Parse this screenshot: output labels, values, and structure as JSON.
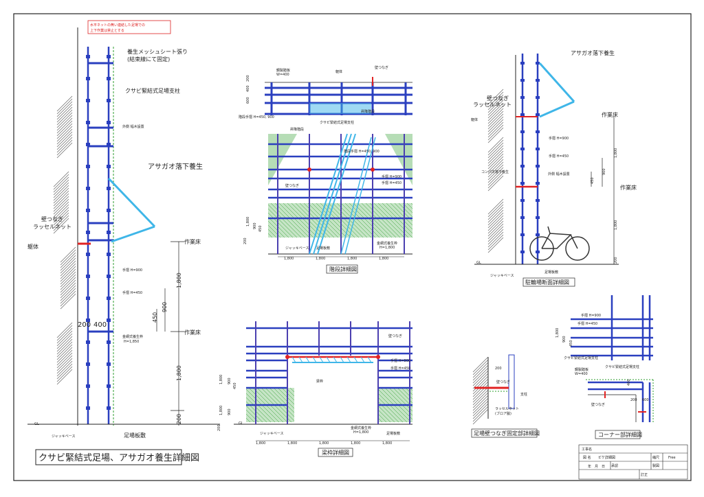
{
  "colors": {
    "scaffold": "#2a3fbf",
    "stair": "#3fb6e8",
    "net": "#2e9e2e",
    "tie": "#e22222"
  },
  "note": {
    "line1": "水平ネットの無い連結した足場での",
    "line2": "上下作業は禁止とする"
  },
  "main": {
    "title": "クサビ緊結式足場、アサガオ養生詳細図",
    "mesh_sheet": "養生メッシュシート張り",
    "mesh_sheet_sub": "(結束線にて固定)",
    "post": "クサビ緊結式足場支柱",
    "toe_board": "外側 幅木設置",
    "asagao": "アサガオ落下養生",
    "wall_tie": "壁つなぎ",
    "russel_net": "ラッセルネット",
    "body": "躯体",
    "rail900": "手摺 H=900",
    "rail450": "手摺 H=450",
    "gap200": "200",
    "width400": "400",
    "net_frame": "金網式養生枠",
    "net_frame_h": "H=1,850",
    "gl": "GL",
    "jack": "ジャッキベース",
    "plank": "足場板敷",
    "dims": {
      "floor1": "作業床",
      "d1800a": "1,800",
      "d900": "900",
      "d450": "450",
      "floor2": "作業床",
      "d1800b": "1,800",
      "d200": "200"
    }
  },
  "stair_plan": {
    "tread": "鋼製踏板",
    "tread_w": "W=400",
    "body": "躯体",
    "wall_tie": "壁つなぎ",
    "rail": "階段手摺 H=450, 900",
    "post": "クサビ緊結式足場支柱",
    "stair": "昇降階段",
    "d200": "200",
    "d400": "400",
    "d600": "600"
  },
  "stair_elev": {
    "title": "階段詳細図",
    "stair": "昇降階段",
    "rail": "階段手摺 H=450, 900",
    "wall_tie": "壁つなぎ",
    "rail900": "手摺 H=900",
    "rail450": "手摺 H=450",
    "jack": "ジャッキベース",
    "plank": "足場板敷",
    "net_frame": "金網式養生枠",
    "net_frame_h": "H=1,800",
    "d1800": "1,800",
    "d900": "900",
    "d450": "450",
    "d200": "200",
    "spans": [
      "1,800",
      "1,800",
      "1,800",
      "1,800"
    ]
  },
  "bicycle": {
    "title": "駐輪場断面詳細図",
    "asagao": "アサガオ落下養生",
    "wall_tie": "壁つなぎ",
    "russel_net": "ラッセルネット",
    "body": "躯体",
    "rail900": "手摺 H=900",
    "rail450": "手摺 H=450",
    "panel": "コンパネ落下養生",
    "toe_board": "外側 幅木設置",
    "floor1": "作業床",
    "floor2": "作業床",
    "d1800a": "1,800",
    "d900": "900",
    "d450": "450",
    "d1800b": "1,800",
    "d200": "200",
    "gl": "GL",
    "jack": "ジャッキベース",
    "plank": "足場板敷"
  },
  "beam": {
    "title": "梁枠詳細図",
    "wall_tie": "壁つなぎ",
    "rail900": "手摺 H=900",
    "rail450": "手摺 H=450",
    "beam": "梁枠",
    "d1800a": "1,800",
    "d900a": "900",
    "d450": "450",
    "d1800b": "1,800",
    "d900b": "900",
    "d200": "200",
    "gl": "GL",
    "jack": "ジャッキベース",
    "net_frame": "金網式養生枠",
    "net_frame_h": "H=1,800",
    "plank": "足場板敷",
    "spans": [
      "1,800",
      "1,800",
      "1,800",
      "1,800",
      "1,800"
    ]
  },
  "tie_detail": {
    "title": "足場壁つなぎ固定部詳細図",
    "d200": "200",
    "wall_tie": "壁つなぎ",
    "post": "支柱",
    "net": "ラッセルネット",
    "net_sub": "(ブロア脇)"
  },
  "corner": {
    "title": "コーナー部詳細図",
    "rail900": "手摺 H=900",
    "rail450": "手摺 H=450",
    "post1": "クサビ緊結式足場支柱",
    "post2": "クサビ緊結式足場支柱",
    "tread": "鋼製踏板",
    "tread_w": "W=400",
    "wall_tie": "壁つなぎ",
    "d400": "400",
    "d200": "200",
    "d600": "600",
    "d1800": "1,800",
    "d900": "900",
    "d450": "450"
  },
  "title_block": {
    "project_label": "工事名",
    "drawing_label": "図 名",
    "drawing_name": "ビケ詳細図",
    "scale_label": "縮尺",
    "scale": "Free",
    "date": "年　月　日",
    "approve": "承認",
    "drafter": "製図",
    "revision": "訂正"
  }
}
